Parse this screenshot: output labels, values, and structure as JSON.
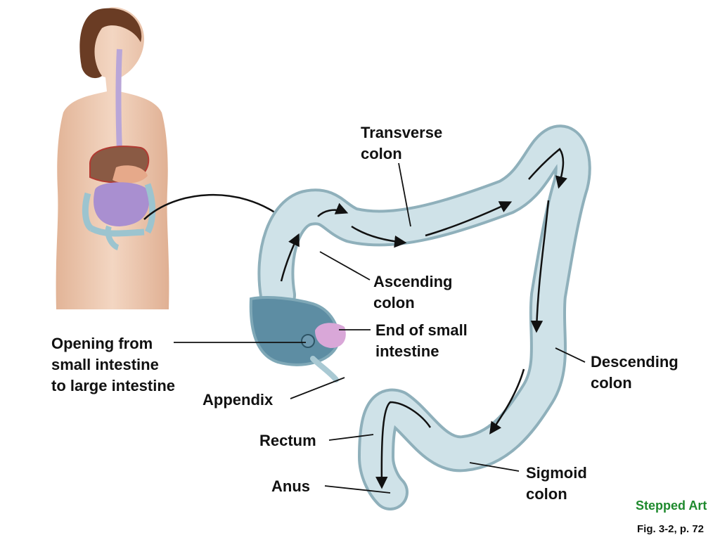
{
  "labels": {
    "transverse_colon": "Transverse\ncolon",
    "ascending_colon": "Ascending\ncolon",
    "end_small_intestine": "End of small\nintestine",
    "opening": "Opening from\nsmall intestine\nto large intestine",
    "descending_colon": "Descending\ncolon",
    "appendix": "Appendix",
    "rectum": "Rectum",
    "sigmoid_colon": "Sigmoid\ncolon",
    "anus": "Anus"
  },
  "footer": {
    "stepped_art": "Stepped Art",
    "figure_ref": "Fig. 3-2, p. 72"
  },
  "colors": {
    "colon_fill": "#c9dde3",
    "colon_stroke": "#8fb0bb",
    "skin": "#ecc7ad",
    "small_intestine": "#a98fd0",
    "esophagus": "#b9a6d8",
    "appendix_pink": "#d9a7d8",
    "stepped_art": "#1f8a2e"
  }
}
